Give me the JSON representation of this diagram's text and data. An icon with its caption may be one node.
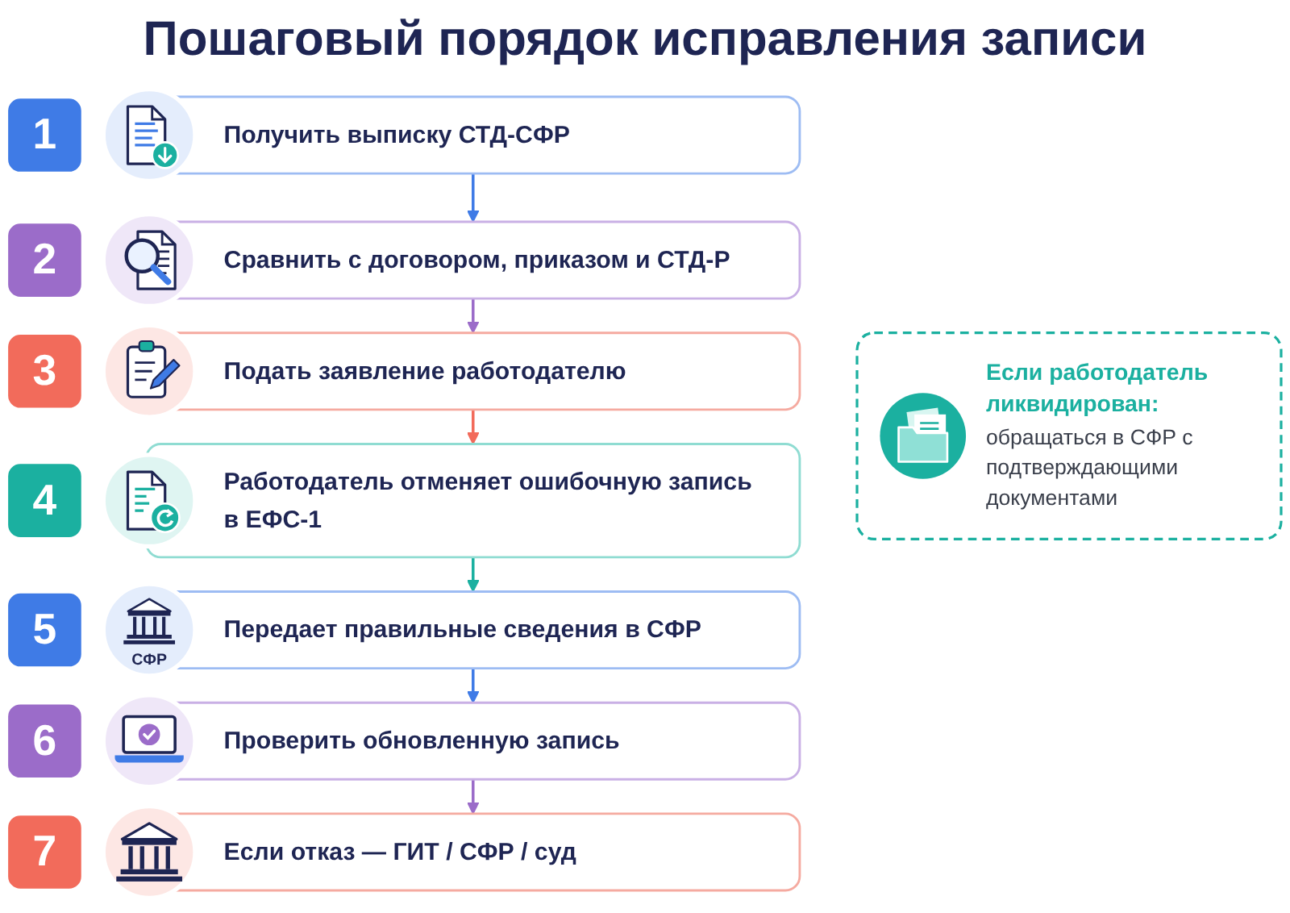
{
  "diagram": {
    "title": "Пошаговый порядок исправления записи",
    "nodes": [
      {
        "text": [
          "1"
        ]
      },
      {
        "text": [
          "Получить выписку СТД-СФР"
        ]
      },
      {
        "text": [
          "2"
        ]
      },
      {
        "text": [
          "Сравнить с договором, приказом и СТД-Р"
        ]
      },
      {
        "text": [
          "3"
        ]
      },
      {
        "text": [
          "Подать заявление работодателю"
        ]
      },
      {
        "text": [
          "4"
        ]
      },
      {
        "text": [
          "Работодатель отменяет ошибочную запись в ЕФС-1"
        ]
      },
      {
        "text": [
          "5"
        ]
      },
      {
        "text": [
          "Передает правильные сведения в СФР"
        ]
      },
      {
        "text": [
          "6"
        ]
      },
      {
        "text": [
          "Проверить обновленную запись"
        ]
      },
      {
        "text": [
          "7"
        ]
      },
      {
        "text": [
          "Если отказ — ГИТ / СФР / суд"
        ]
      },
      {
        "text": [
          "Если работодатель ликвидирован:",
          "обращаться в СФР с подтверждающими документами"
        ]
      }
    ],
    "edges": [
      {
        "from": 1,
        "to": 3,
        "arrow": "to",
        "color": "#3f7be6"
      },
      {
        "from": 3,
        "to": 5,
        "arrow": "to",
        "color": "#9b6cc9"
      },
      {
        "from": 5,
        "to": 7,
        "arrow": "to",
        "color": "#f26b5b"
      },
      {
        "from": 7,
        "to": 9,
        "arrow": "to",
        "color": "#1bb0a0"
      },
      {
        "from": 9,
        "to": 11,
        "arrow": "to",
        "color": "#3f7be6"
      },
      {
        "from": 11,
        "to": 13,
        "arrow": "to",
        "color": "#9b6cc9"
      }
    ],
    "labels": [
      "СФР"
    ]
  }
}
